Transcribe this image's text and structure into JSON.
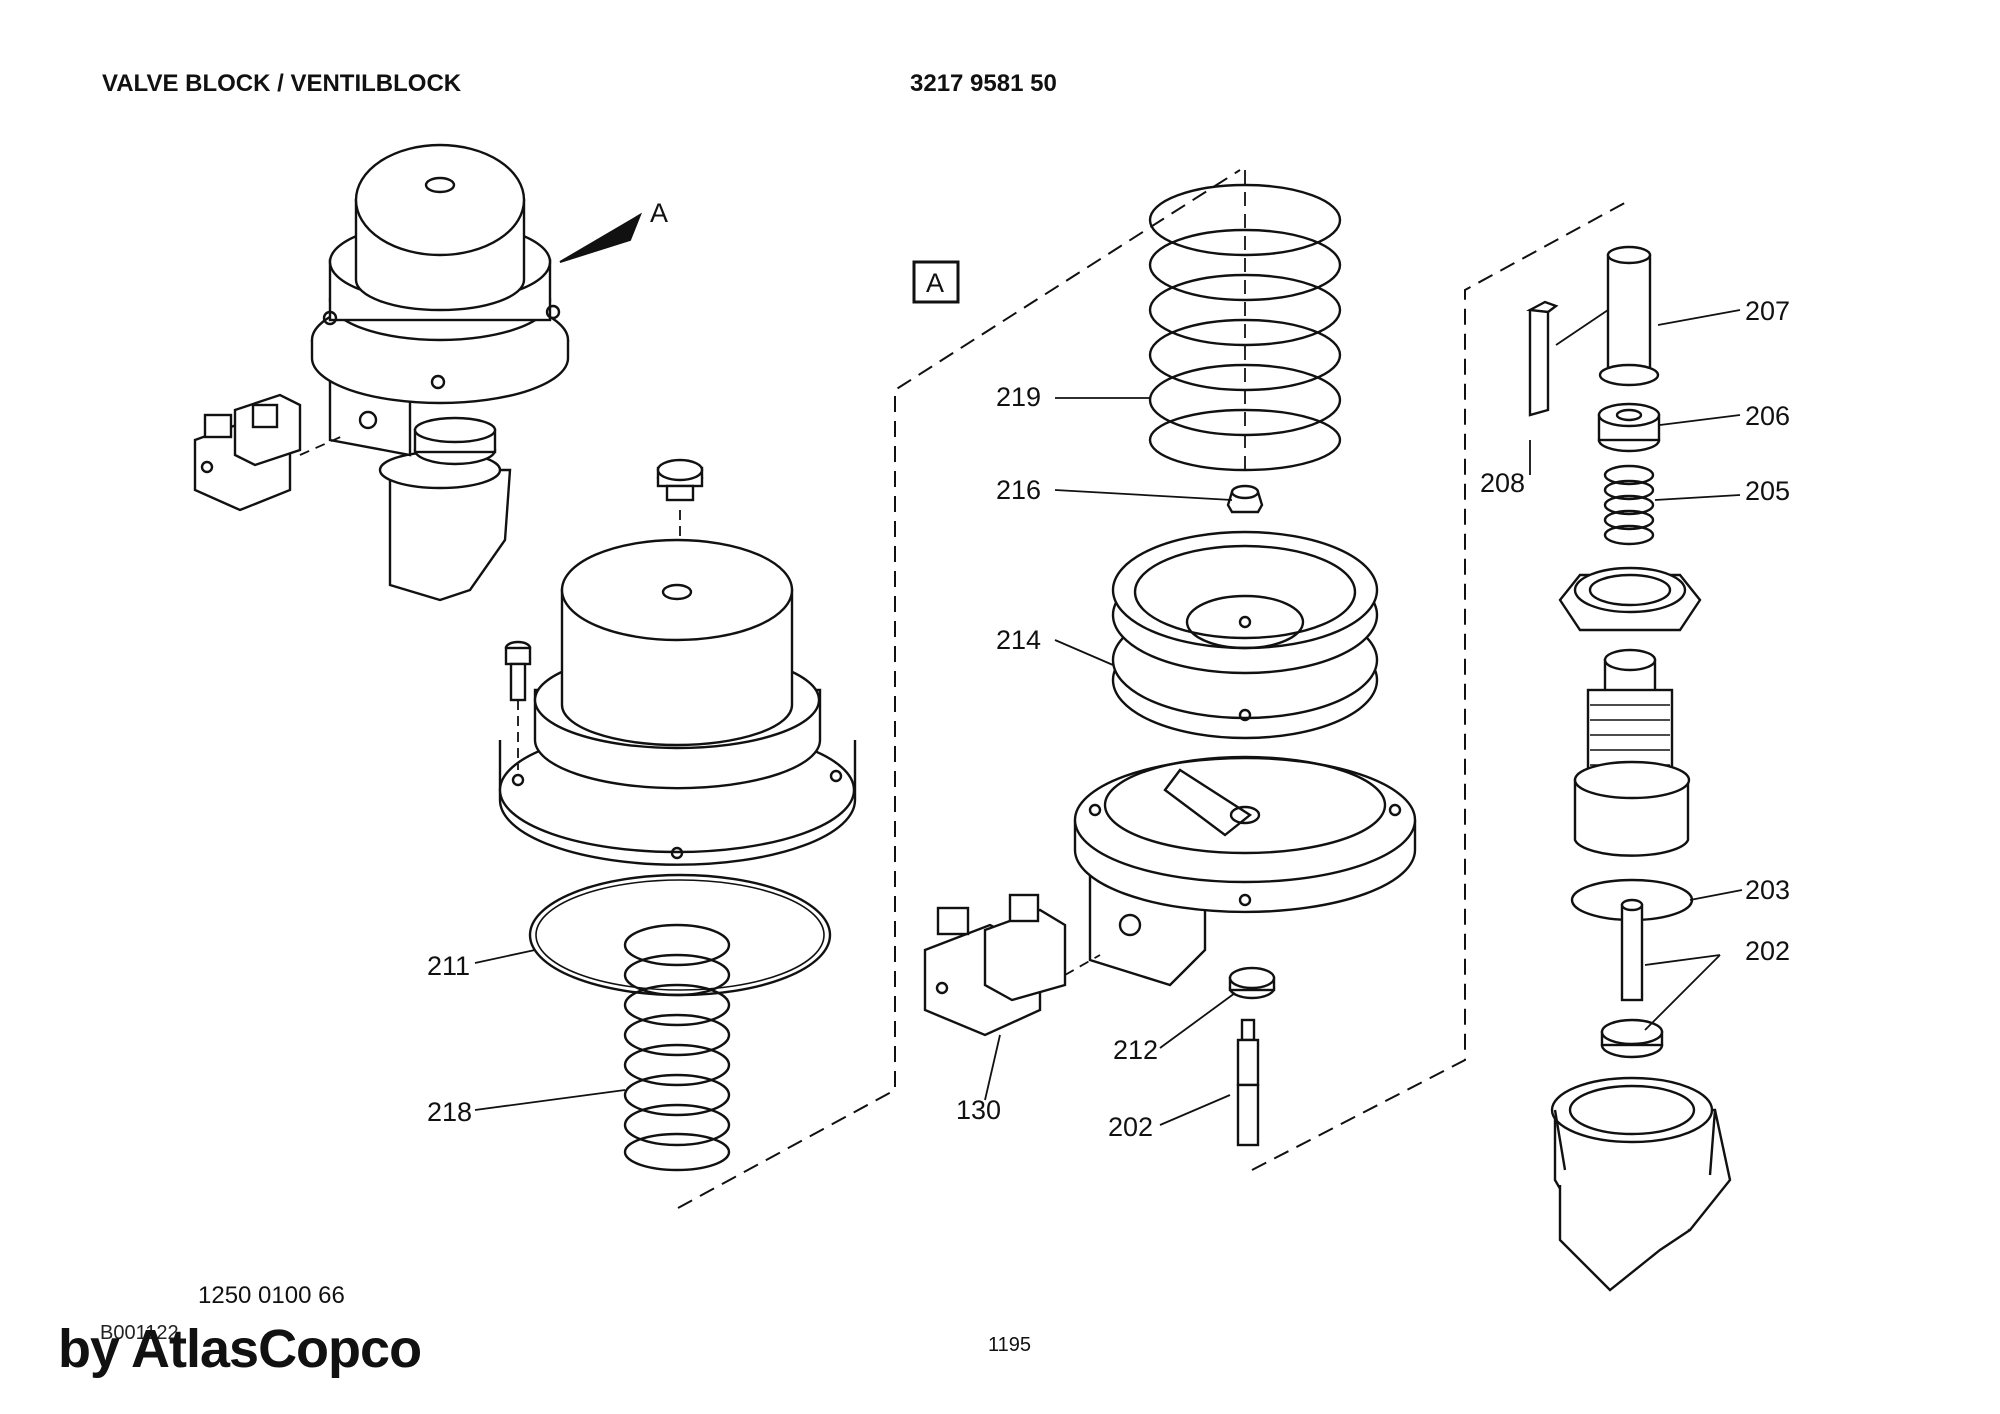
{
  "header": {
    "title": "VALVE BLOCK / VENTILBLOCK",
    "part_number": "3217 9581 50"
  },
  "view": {
    "arrow_label": "A",
    "box_label": "A"
  },
  "callouts": {
    "c207": "207",
    "c206": "206",
    "c205": "205",
    "c208": "208",
    "c219": "219",
    "c216": "216",
    "c214": "214",
    "c211": "211",
    "c218": "218",
    "c130": "130",
    "c212": "212",
    "c202a": "202",
    "c203": "203",
    "c202b": "202"
  },
  "footer": {
    "ref_number": "1250 0100 66",
    "drawing_code": "B001122",
    "page_code": "1195",
    "brand": "by AtlasCopco"
  },
  "icons": [
    "solenoid-valve-icon",
    "spring-icon",
    "valve-cartridge-icon"
  ]
}
